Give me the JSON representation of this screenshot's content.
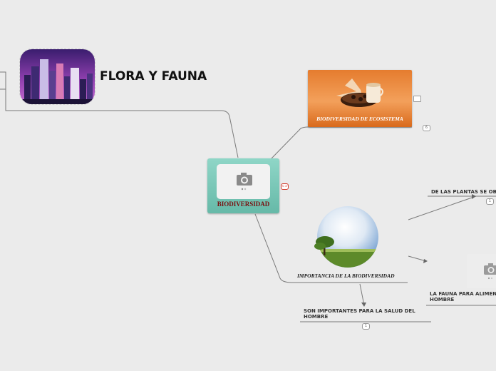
{
  "mindmap": {
    "root_title": "FLORA Y FAUNA",
    "center": {
      "label": "BIODIVERSIDAD"
    },
    "ecosistema": {
      "label": "BIODIVERSIDAD DE ECOSISTEMA",
      "count": "6"
    },
    "importancia": {
      "label": "IMPORTANCIA DE LA BIODIVERSIDAD"
    },
    "plantas": {
      "label": "DE LAS PLANTAS SE OB",
      "count": "1"
    },
    "fauna": {
      "label_line1": "LA FAUNA PARA ALIMEN",
      "label_line2": "HOMBRE"
    },
    "salud": {
      "label_line1": "SON IMPORTANTES PARA LA SALUD DEL",
      "label_line2": "HOMBRE",
      "count": "1"
    }
  },
  "colors": {
    "background": "#ebebeb",
    "center_fill": "#7ccbbb",
    "center_text": "#7a1010",
    "eco_fill": "#e8842f",
    "connector": "#777777"
  },
  "icons": [
    "camera-icon",
    "note-icon",
    "link-icon"
  ]
}
